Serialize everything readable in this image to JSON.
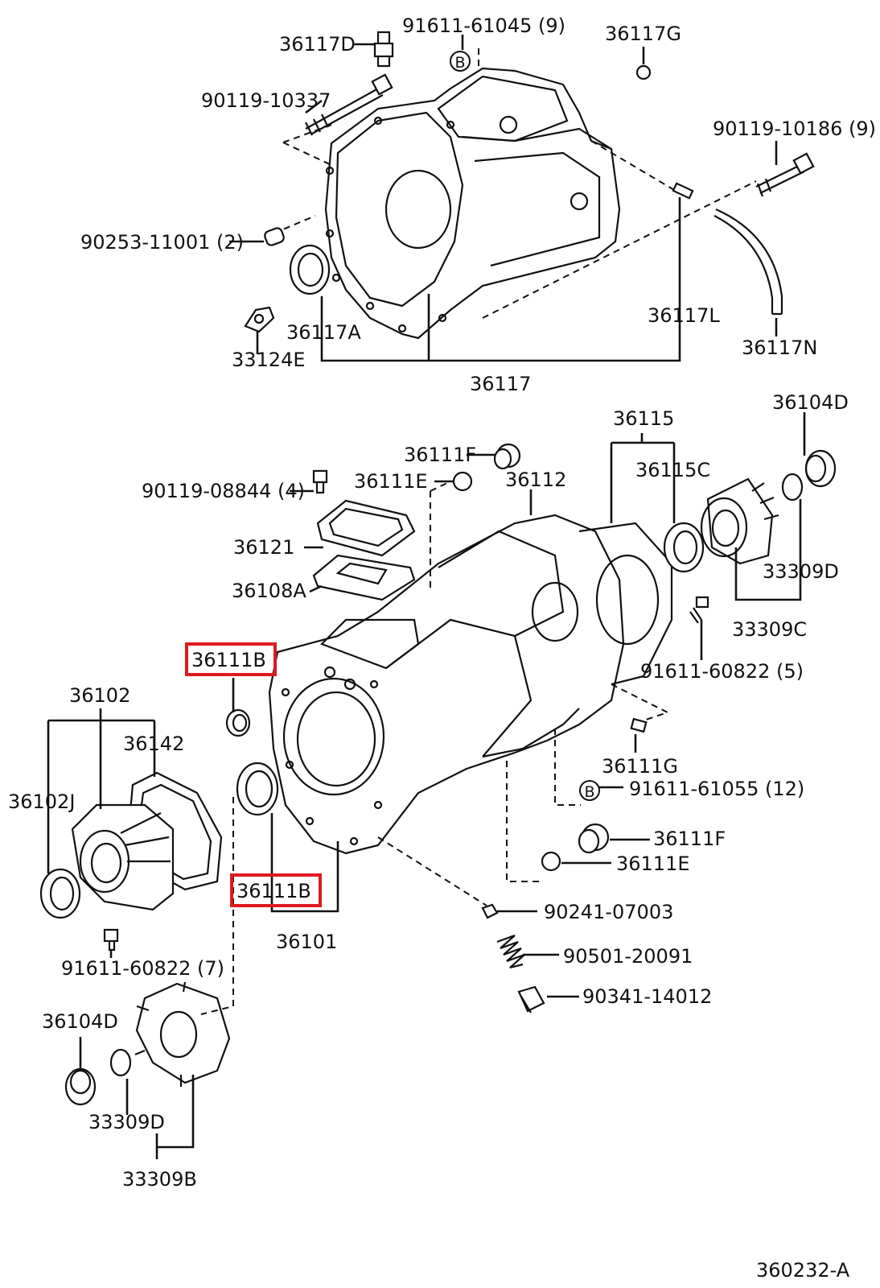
{
  "diagram_id": "360232-A",
  "highlight_color": "#e0191d",
  "bolt_marker": "B",
  "labels": {
    "p36117D": "36117D",
    "p91611_61045": "91611-61045 (9)",
    "p36117G": "36117G",
    "p90119_10337": "90119-10337",
    "p90119_10186": "90119-10186 (9)",
    "p90253_11001": "90253-11001 (2)",
    "p36117A": "36117A",
    "p33124E": "33124E",
    "p36117L": "36117L",
    "p36117N": "36117N",
    "p36117": "36117",
    "p36115": "36115",
    "p36104D_top": "36104D",
    "p36111F_top": "36111F",
    "p36111E_top": "36111E",
    "p36112": "36112",
    "p36115C": "36115C",
    "p90119_08844": "90119-08844 (4)",
    "p36121": "36121",
    "p33309D_top": "33309D",
    "p36108A": "36108A",
    "p33309C": "33309C",
    "p36111B_upper": "36111B",
    "p91611_60822_5": "91611-60822 (5)",
    "p36102": "36102",
    "p36142": "36142",
    "p36111G": "36111G",
    "p91611_61055": "91611-61055 (12)",
    "p36102J": "36102J",
    "p36111F_mid": "36111F",
    "p36111E_mid": "36111E",
    "p36111B_lower": "36111B",
    "p90241_07003": "90241-07003",
    "p36101": "36101",
    "p90501_20091": "90501-20091",
    "p91611_60822_7": "91611-60822 (7)",
    "p90341_14012": "90341-14012",
    "p36104D_bottom": "36104D",
    "p33309D_bottom": "33309D",
    "p33309B": "33309B"
  }
}
